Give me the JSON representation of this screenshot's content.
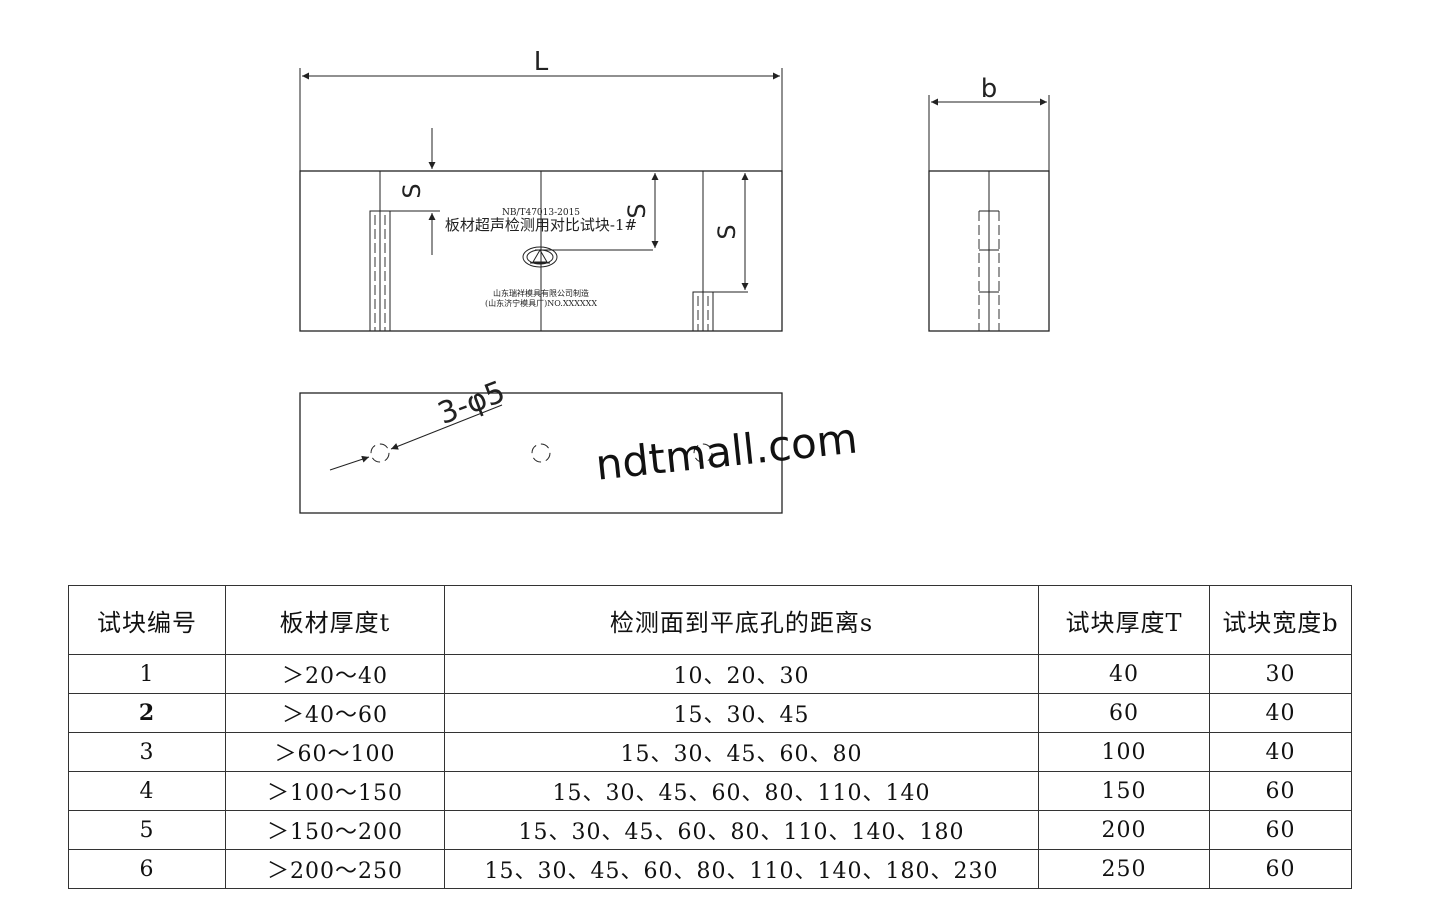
{
  "drawing": {
    "dim_L": "L",
    "dim_b": "b",
    "dim_S": "S",
    "standard_code": "NB/T47013-2015",
    "block_title": "板材超声检测用对比试块-1#",
    "maker_line1": "山东瑞祥模具有限公司制造",
    "maker_line2": "(山东济宁模具厂)NO.XXXXXX",
    "hole_label": "3-φ5",
    "watermark": "ndtmall.com"
  },
  "table": {
    "headers": [
      "试块编号",
      "板材厚度t",
      "检测面到平底孔的距离s",
      "试块厚度T",
      "试块宽度b"
    ],
    "rows": [
      [
        "1",
        "＞20～40",
        "10、20、30",
        "40",
        "30"
      ],
      [
        "2",
        "＞40～60",
        "15、30、45",
        "60",
        "40"
      ],
      [
        "3",
        "＞60～100",
        "15、30、45、60、80",
        "100",
        "40"
      ],
      [
        "4",
        "＞100～150",
        "15、30、45、60、80、110、140",
        "150",
        "60"
      ],
      [
        "5",
        "＞150～200",
        "15、30、45、60、80、110、140、180",
        "200",
        "60"
      ],
      [
        "6",
        "＞200～250",
        "15、30、45、60、80、110、140、180、230",
        "250",
        "60"
      ]
    ]
  }
}
